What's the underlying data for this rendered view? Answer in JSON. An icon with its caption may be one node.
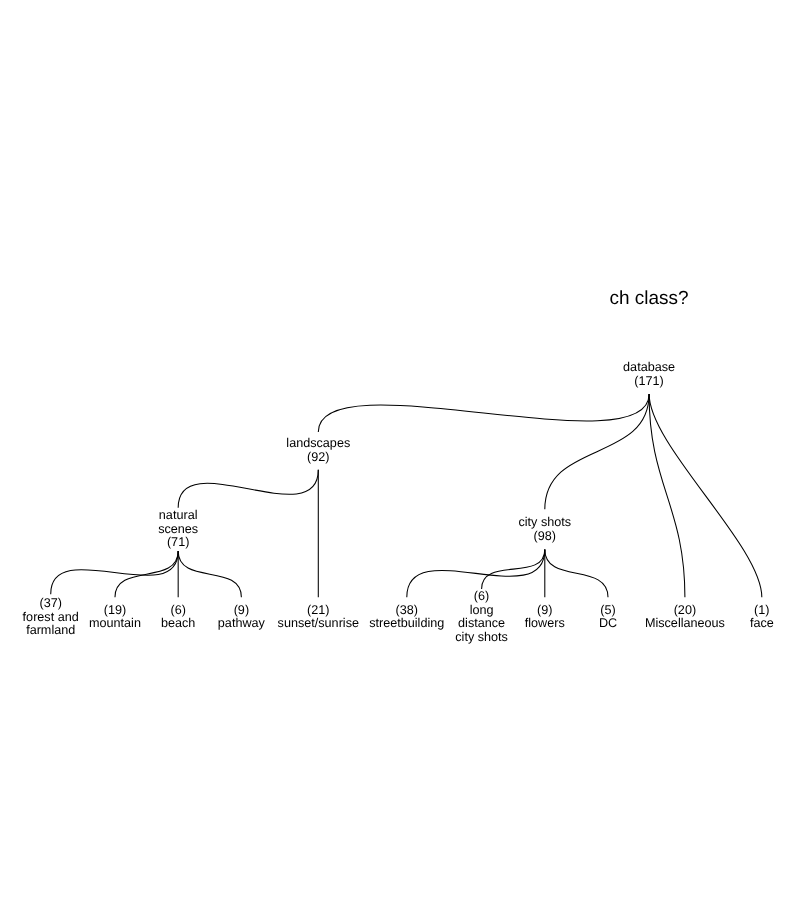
{
  "diagram": {
    "nodes": [
      {
        "text": [
          "database",
          "(171)"
        ]
      },
      {
        "text": [
          "landscapes",
          "(92)"
        ]
      },
      {
        "text": [
          "natural scenes",
          "(71)"
        ]
      },
      {
        "text": [
          "city shots",
          "(98)"
        ]
      },
      {
        "text": [
          "(37)",
          "forest and farmland"
        ]
      },
      {
        "text": [
          "(19)",
          "mountain"
        ]
      },
      {
        "text": [
          "(6)",
          "beach"
        ]
      },
      {
        "text": [
          "(9)",
          "pathway"
        ]
      },
      {
        "text": [
          "(21)",
          "sunset/sunrise"
        ]
      },
      {
        "text": [
          "(38)",
          "streetbuilding"
        ]
      },
      {
        "text": [
          "(6)",
          "long distance city shots"
        ]
      },
      {
        "text": [
          "(9)",
          "flowers"
        ]
      },
      {
        "text": [
          "(5)",
          "DC"
        ]
      },
      {
        "text": [
          "(20)",
          "Miscellaneous"
        ]
      },
      {
        "text": [
          "(1)",
          "face"
        ]
      }
    ],
    "edges": [
      {
        "from": 0,
        "to": 1,
        "arrow": "none"
      },
      {
        "from": 1,
        "to": 2,
        "arrow": "none"
      },
      {
        "from": 0,
        "to": 3,
        "arrow": "none"
      },
      {
        "from": 0,
        "to": 13,
        "arrow": "none"
      },
      {
        "from": 0,
        "to": 14,
        "arrow": "none"
      },
      {
        "from": 1,
        "to": 8,
        "arrow": "none"
      },
      {
        "from": 2,
        "to": 4,
        "arrow": "none"
      },
      {
        "from": 2,
        "to": 5,
        "arrow": "none"
      },
      {
        "from": 2,
        "to": 6,
        "arrow": "none"
      },
      {
        "from": 2,
        "to": 7,
        "arrow": "none"
      },
      {
        "from": 3,
        "to": 9,
        "arrow": "none"
      },
      {
        "from": 3,
        "to": 10,
        "arrow": "none"
      },
      {
        "from": 3,
        "to": 11,
        "arrow": "none"
      },
      {
        "from": 3,
        "to": 12,
        "arrow": "none"
      }
    ],
    "labels": [
      "ch class?"
    ]
  }
}
